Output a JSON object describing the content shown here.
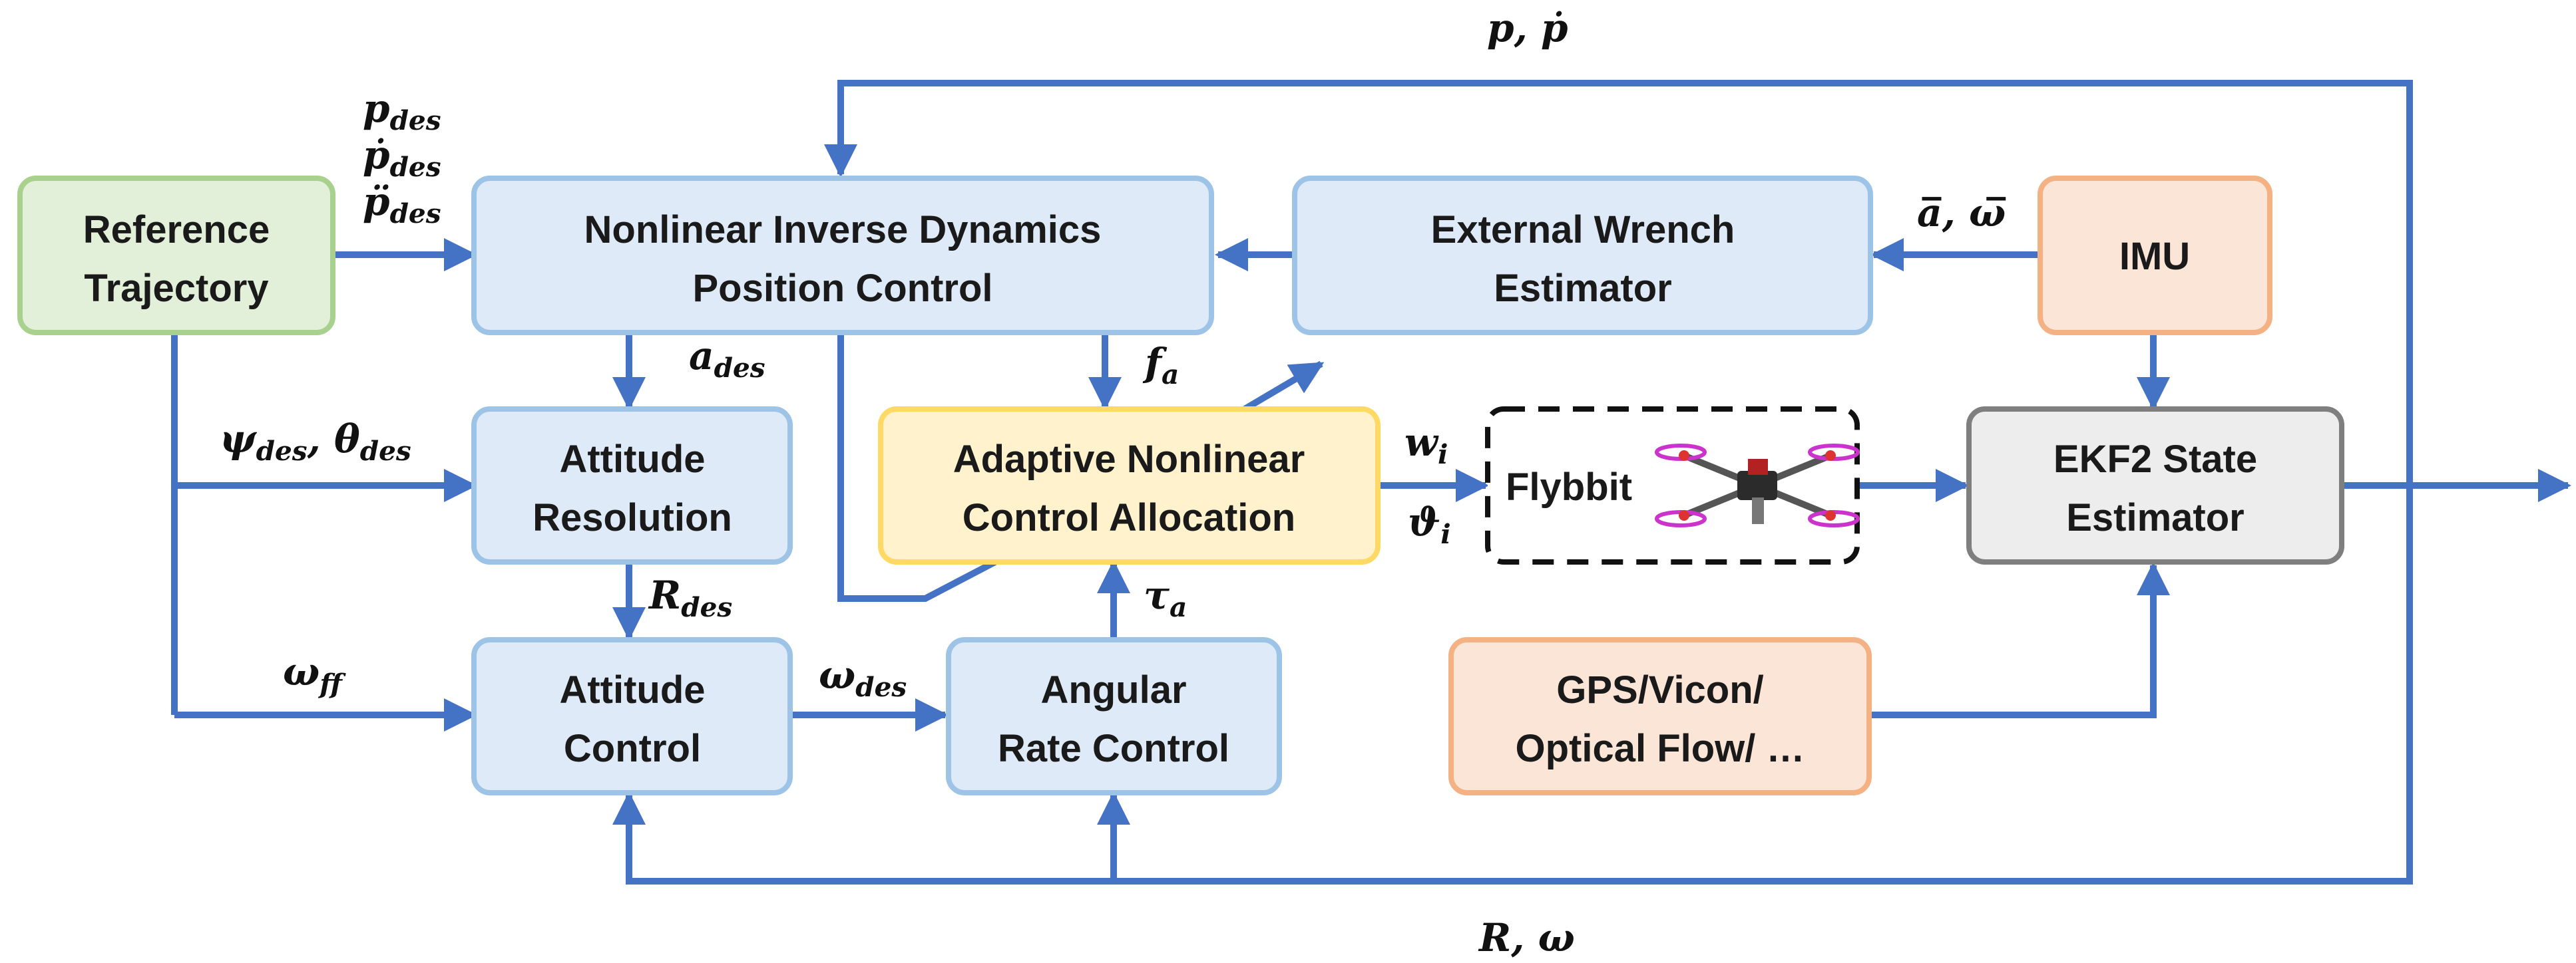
{
  "colors": {
    "arrow": "#4472C4",
    "blue_fill": "#DEEAF7",
    "blue_stroke": "#9DC3E6",
    "green_fill": "#E2F0D9",
    "green_stroke": "#A9D18E",
    "yellow_fill": "#FFF2CC",
    "yellow_stroke": "#FFD966",
    "orange_fill": "#FBE5D6",
    "orange_stroke": "#F4B183",
    "gray_fill": "#EDEDED",
    "gray_stroke": "#7F7F7F"
  },
  "blocks": {
    "reference_trajectory": [
      "Reference",
      "Trajectory"
    ],
    "position_control": [
      "Nonlinear Inverse Dynamics",
      "Position Control"
    ],
    "wrench_estimator": [
      "External Wrench",
      "Estimator"
    ],
    "imu": [
      "IMU"
    ],
    "attitude_resolution": [
      "Attitude",
      "Resolution"
    ],
    "control_allocation": [
      "Adaptive Nonlinear",
      "Control Allocation"
    ],
    "flybbit": [
      "Flybbit"
    ],
    "ekf2": [
      "EKF2 State",
      "Estimator"
    ],
    "attitude_control": [
      "Attitude",
      "Control"
    ],
    "rate_control": [
      "Angular",
      "Rate Control"
    ],
    "gps": [
      "GPS/Vicon/",
      "Optical Flow/ …"
    ]
  },
  "signals": {
    "p_feedback": [
      "p",
      ", ",
      "ṗ"
    ],
    "r_feedback": [
      "R",
      ", ",
      "ω"
    ],
    "p_des": [
      "p",
      "des"
    ],
    "pdot_des": [
      "ṗ",
      "des"
    ],
    "pddot_des": [
      "p̈",
      "des"
    ],
    "imu_meas": "a̅, ω̅",
    "a_des": [
      "a",
      "des"
    ],
    "f_a": [
      "f",
      "a"
    ],
    "psi_theta": [
      "ψ",
      "des",
      ", θ",
      "des"
    ],
    "w_i": [
      "w",
      "i"
    ],
    "theta_i": [
      "ϑ",
      "i"
    ],
    "r_des": [
      "R",
      "des"
    ],
    "tau_a": [
      "τ",
      "a"
    ],
    "omega_ff": [
      "ω",
      "ff"
    ],
    "omega_des": [
      "ω",
      "des"
    ]
  },
  "icons": {
    "drone": "quadrotor-drone-icon"
  }
}
